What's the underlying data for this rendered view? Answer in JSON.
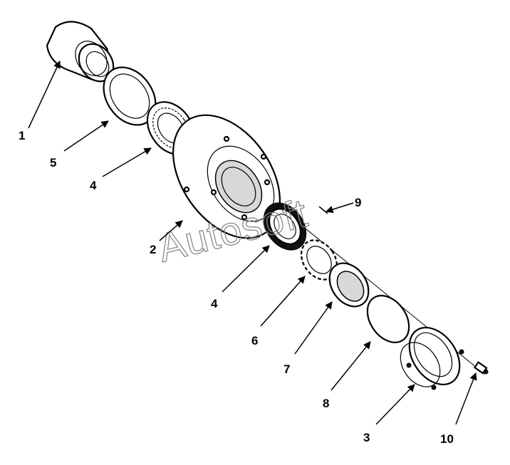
{
  "callouts": {
    "c1": "1",
    "c2": "2",
    "c3": "3",
    "c4a": "4",
    "c4b": "4",
    "c5": "5",
    "c6": "6",
    "c7": "7",
    "c8": "8",
    "c9": "9",
    "c10": "10"
  },
  "watermark": "Autosoft"
}
